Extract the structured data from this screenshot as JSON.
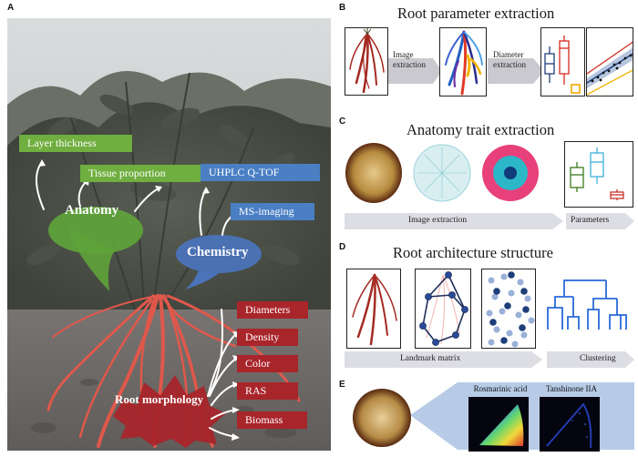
{
  "panels": {
    "a": {
      "letter": "A",
      "tags": {
        "layer_thickness": "Layer thickness",
        "tissue_proportion": "Tissue proportion",
        "uhplc": "UHPLC Q-TOF",
        "ms_imaging": "MS-imaging",
        "diameters": "Diameters",
        "density": "Density",
        "color": "Color",
        "ras": "RAS",
        "biomass": "Biomass"
      },
      "bubbles": {
        "anatomy": "Anatomy",
        "chemistry": "Chemistry",
        "root_morphology": "Root morphology"
      }
    },
    "b": {
      "letter": "B",
      "title": "Root parameter extraction",
      "step1": "Image\nextraction",
      "step2": "Diameter\nextraction"
    },
    "c": {
      "letter": "C",
      "title": "Anatomy trait extraction",
      "bar1": "Image extraction",
      "bar2": "Parameters"
    },
    "d": {
      "letter": "D",
      "title": "Root architecture structure",
      "bar1": "Landmark matrix",
      "bar2": "Clustering"
    },
    "e": {
      "letter": "E",
      "label1": "Rosmarinic acid",
      "label2": "Tanshinone IIA"
    }
  },
  "colors": {
    "green_tag": "#6fae3f",
    "blue_tag": "#4a7fc4",
    "red_tag": "#a8252a",
    "anatomy_bubble": "#5fa33a",
    "chemistry_bubble": "#4a73b8",
    "morphology_bubble": "#a8252a",
    "grey_arrow": "#c9c9cf",
    "dark_blue_node": "#1f3f7a"
  }
}
